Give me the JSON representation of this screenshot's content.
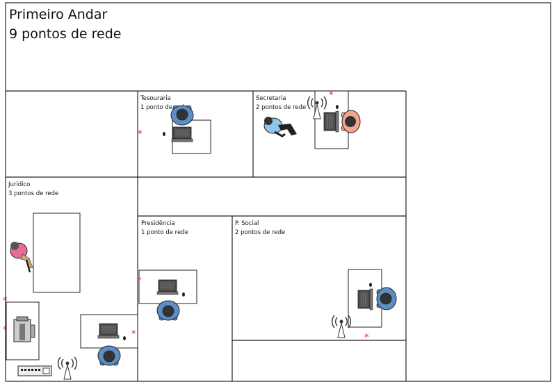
{
  "header": {
    "title": "Primeiro Andar",
    "subtitle": "9 pontos de rede"
  },
  "rooms": {
    "tesouraria": {
      "name": "Tesouraria",
      "points": "1 ponto de rede"
    },
    "secretaria": {
      "name": "Secretaria",
      "points": "2 pontos de rede"
    },
    "juridico": {
      "name": "Jurídico",
      "points": "3 pontos de rede"
    },
    "presidencia": {
      "name": "Presidência",
      "points": "1 ponto de rede"
    },
    "psocial": {
      "name": "P. Social",
      "points": "2 pontos de rede"
    }
  },
  "network_point_marker": "*",
  "colors": {
    "person_blue": "#5b8fc4",
    "person_light_blue": "#8ec5e8",
    "person_pink": "#e86d9c",
    "person_salmon": "#f2a48d",
    "network_point": "#e02020"
  }
}
